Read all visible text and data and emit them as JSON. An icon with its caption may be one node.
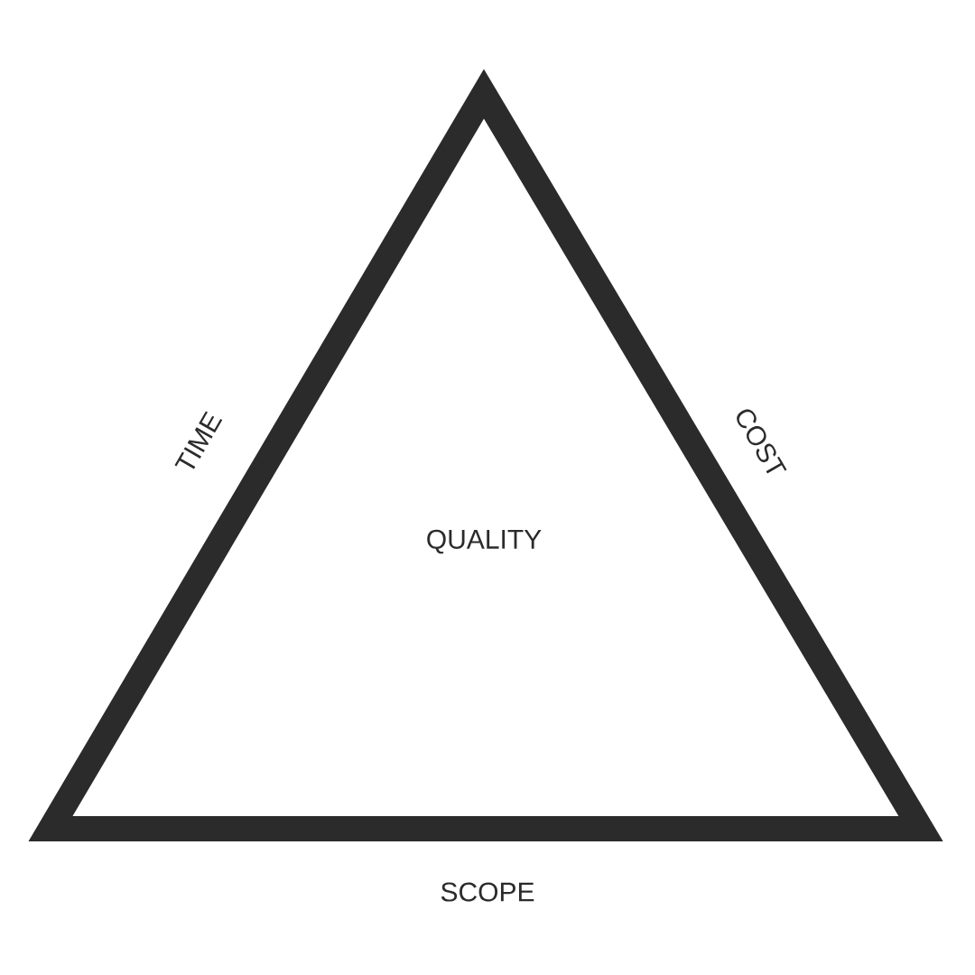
{
  "diagram": {
    "nodes": [
      {
        "text": [
          "QUALITY"
        ],
        "beside": [
          "TIME",
          "COST",
          "SCOPE"
        ]
      }
    ]
  }
}
